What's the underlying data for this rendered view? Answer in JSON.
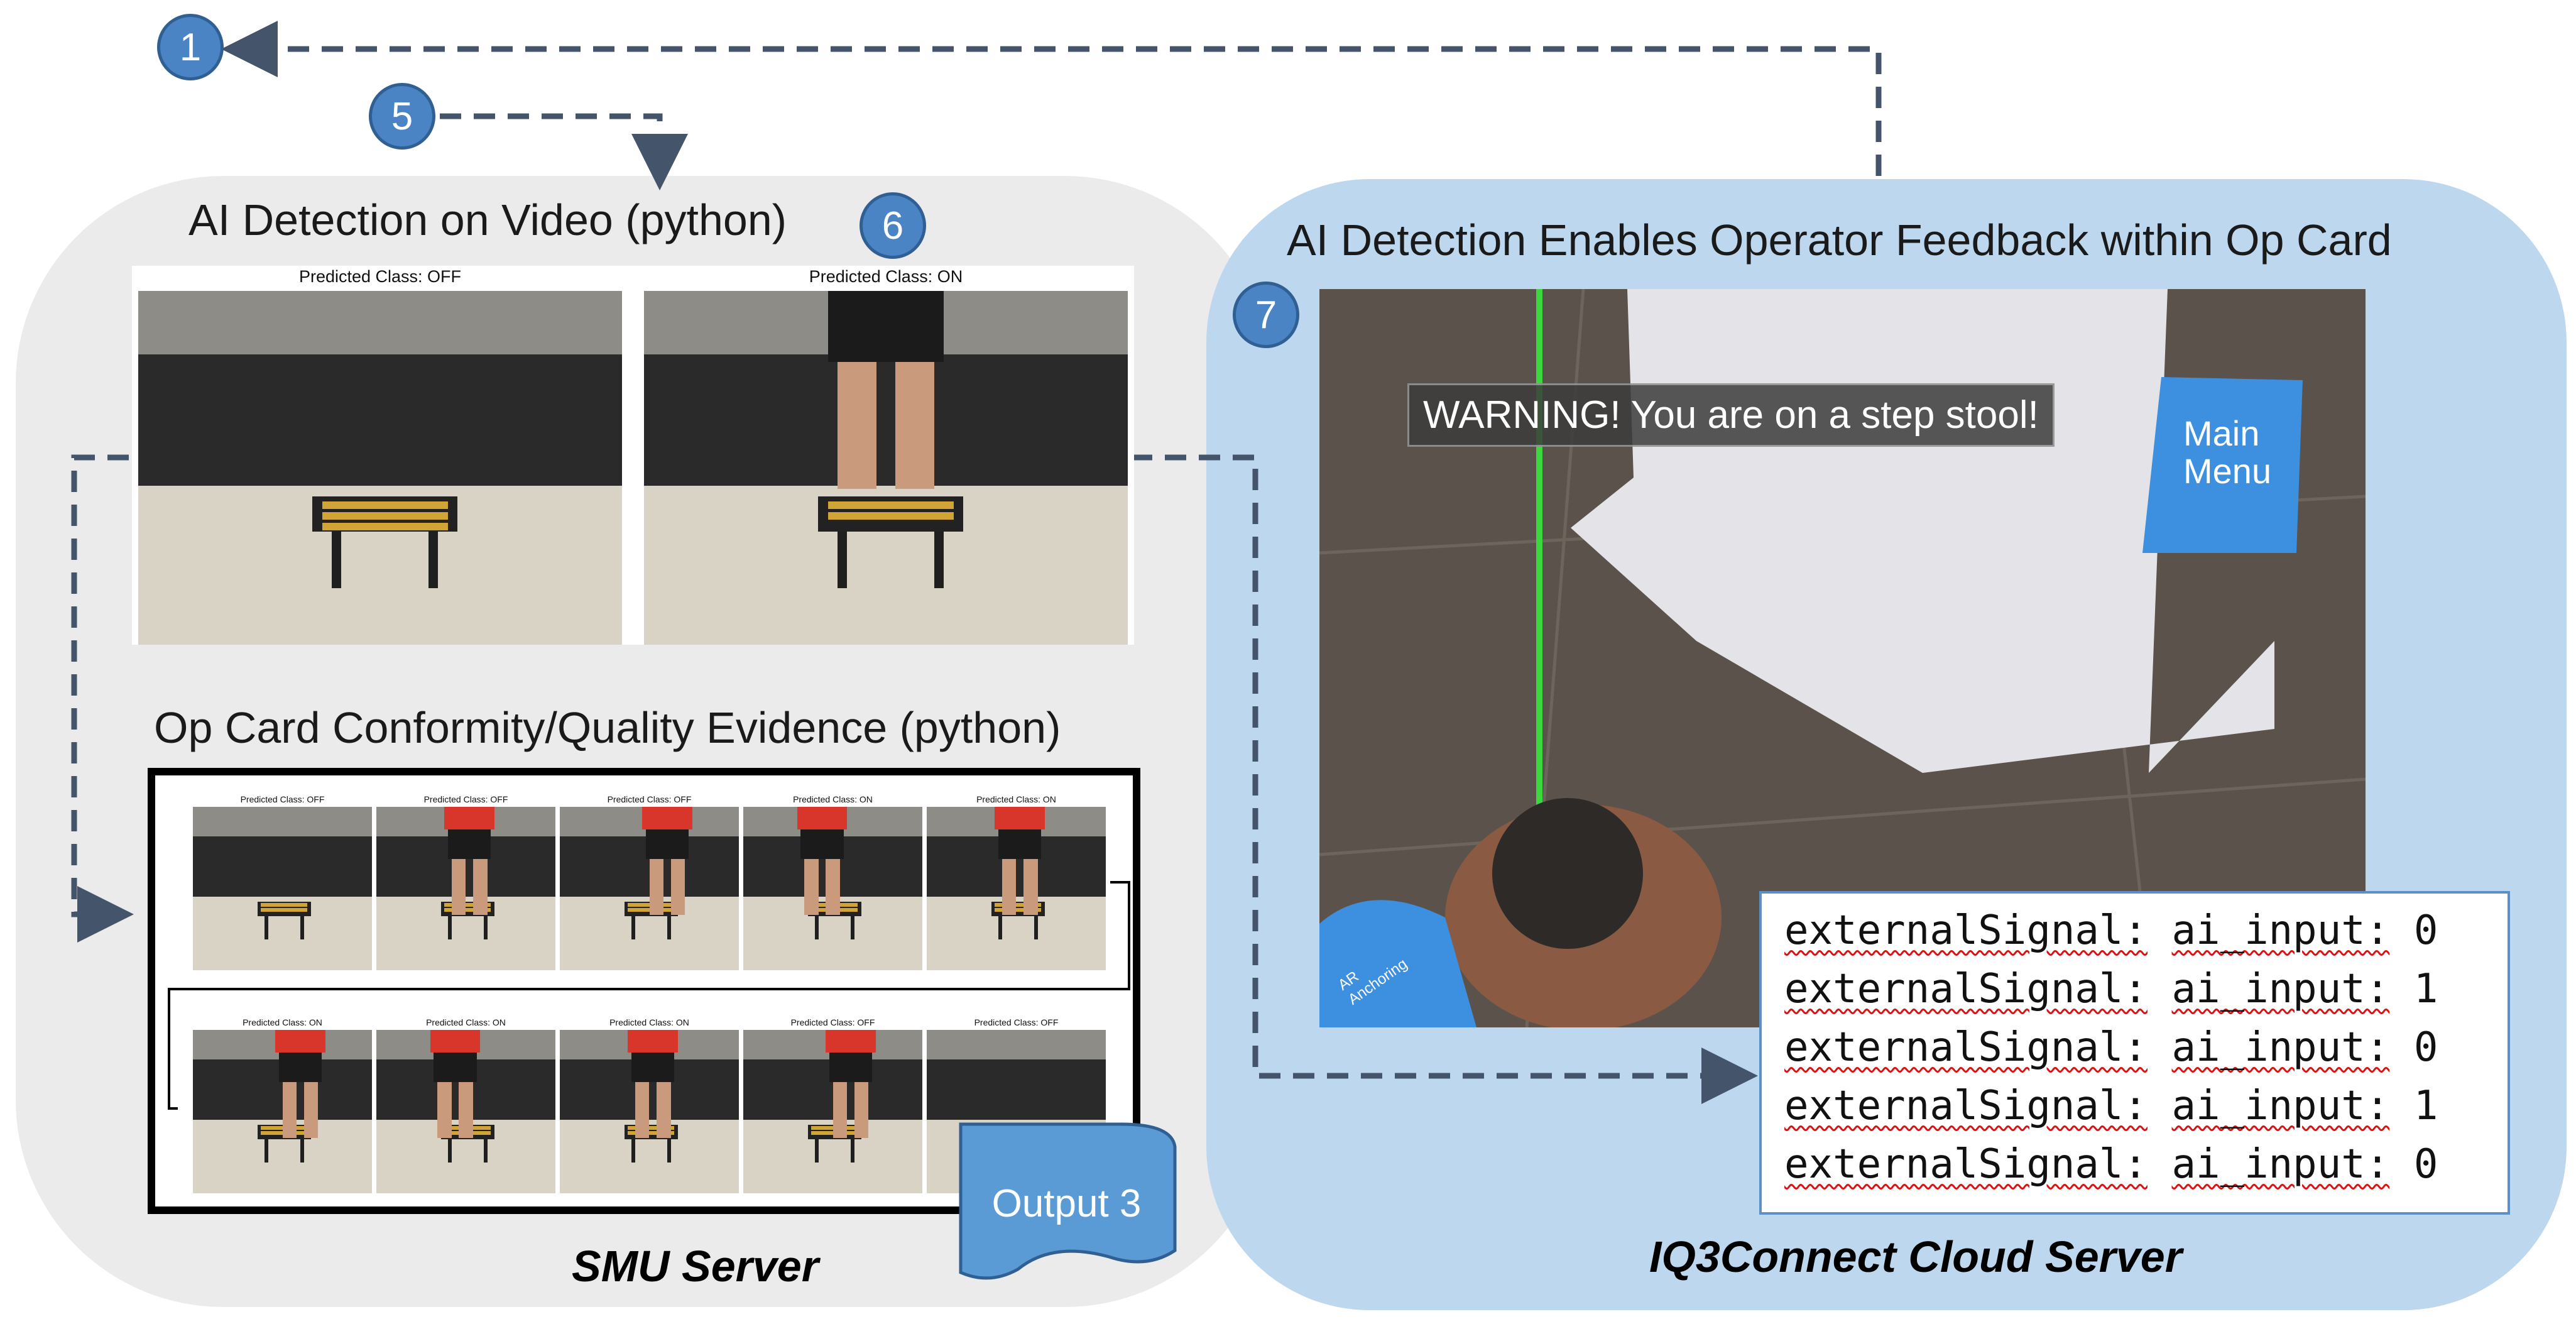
{
  "steps": {
    "s1": "1",
    "s5": "5",
    "s6": "6",
    "s7": "7"
  },
  "left_panel": {
    "video_heading": "AI Detection on Video (python)",
    "video_frames": [
      {
        "label": "Predicted Class: OFF"
      },
      {
        "label": "Predicted Class: ON"
      }
    ],
    "evidence_heading": "Op Card Conformity/Quality Evidence (python)",
    "evidence_thumbnails": [
      {
        "label": "Predicted Class: OFF"
      },
      {
        "label": "Predicted Class: OFF"
      },
      {
        "label": "Predicted Class: OFF"
      },
      {
        "label": "Predicted Class: ON"
      },
      {
        "label": "Predicted Class: ON"
      },
      {
        "label": "Predicted Class: ON"
      },
      {
        "label": "Predicted Class: ON"
      },
      {
        "label": "Predicted Class: ON"
      },
      {
        "label": "Predicted Class: OFF"
      },
      {
        "label": "Predicted Class: OFF"
      }
    ],
    "output_label": "Output 3",
    "server_label": "SMU Server"
  },
  "right_panel": {
    "heading": "AI Detection Enables Operator Feedback within Op Card",
    "warning": "WARNING! You are on a step stool!",
    "main_menu": "Main Menu",
    "ar_anchoring": "AR Anchoring",
    "signals": [
      {
        "key": "externalSignal:",
        "name": "ai_input:",
        "value": "0"
      },
      {
        "key": "externalSignal:",
        "name": "ai_input:",
        "value": "1"
      },
      {
        "key": "externalSignal:",
        "name": "ai_input:",
        "value": "0"
      },
      {
        "key": "externalSignal:",
        "name": "ai_input:",
        "value": "1"
      },
      {
        "key": "externalSignal:",
        "name": "ai_input:",
        "value": "0"
      }
    ],
    "server_label": "IQ3Connect Cloud Server"
  },
  "colors": {
    "left_panel": "#ebebeb",
    "right_panel": "#bdd7ee",
    "badge": "#4a84c4",
    "arrow": "#44546a",
    "output_tag": "#5b9bd5"
  }
}
